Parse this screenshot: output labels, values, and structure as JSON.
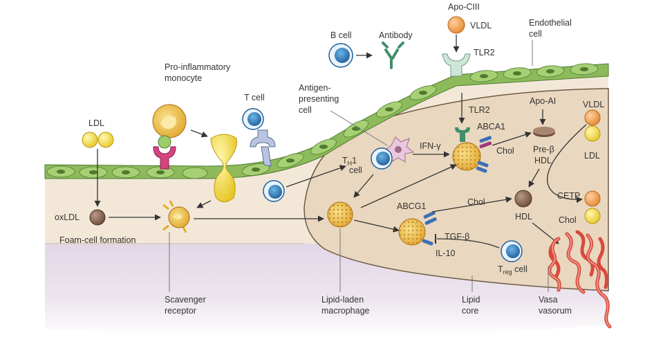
{
  "labels": {
    "ldl": "LDL",
    "oxldl": "oxLDL",
    "foam_cell_formation": "Foam-cell formation",
    "scavenger_receptor_1": "Scavenger",
    "scavenger_receptor_2": "receptor",
    "pro_inflammatory_1": "Pro-inflammatory",
    "pro_inflammatory_2": "monocyte",
    "t_cell": "T cell",
    "b_cell": "B cell",
    "antibody": "Antibody",
    "apo_ciii": "Apo-CIII",
    "vldl_top": "VLDL",
    "tlr2_top": "TLR2",
    "endothelial_1": "Endothelial",
    "endothelial_2": "cell",
    "antigen_1": "Antigen-",
    "antigen_2": "presenting",
    "antigen_3": "cell",
    "th1_main": "T",
    "th1_sub": "H",
    "th1_tail": "1",
    "th1_cell": "cell",
    "ifn_gamma": "IFN-γ",
    "tlr2_inner": "TLR2",
    "abca1": "ABCA1",
    "chol_1": "Chol",
    "apo_ai": "Apo-AI",
    "pre_beta": "Pre-β",
    "hdl_1": "HDL",
    "vldl_right": "VLDL",
    "ldl_right": "LDL",
    "cetp": "CETP",
    "chol_right": "Chol",
    "abcg1": "ABCG1",
    "chol_2": "Chol",
    "hdl_2": "HDL",
    "tgf_beta": "TGF-β",
    "il_10": "IL-10",
    "treg_main": "T",
    "treg_sub": "reg",
    "treg_tail": " cell",
    "lipid_laden_1": "Lipid-laden",
    "lipid_laden_2": "macrophage",
    "lipid_core_1": "Lipid",
    "lipid_core_2": "core",
    "vasa_1": "Vasa",
    "vasa_2": "vasorum"
  },
  "colors": {
    "endothelium": "#8dbb5c",
    "intima": "#f2e7d8",
    "core": "#e8d8c2",
    "media": "#e6dcea",
    "lipoprotein_yellow": "#f3e04a",
    "monocyte_orange": "#f0c23a",
    "lymphocyte_blue": "#3a8cc8",
    "vldl_orange": "#f1a052",
    "hdl_brown": "#8b6a55",
    "receptor_magenta": "#d2457e",
    "abc_blue": "#3d6fb5",
    "vessel_red": "#d94a3d"
  }
}
